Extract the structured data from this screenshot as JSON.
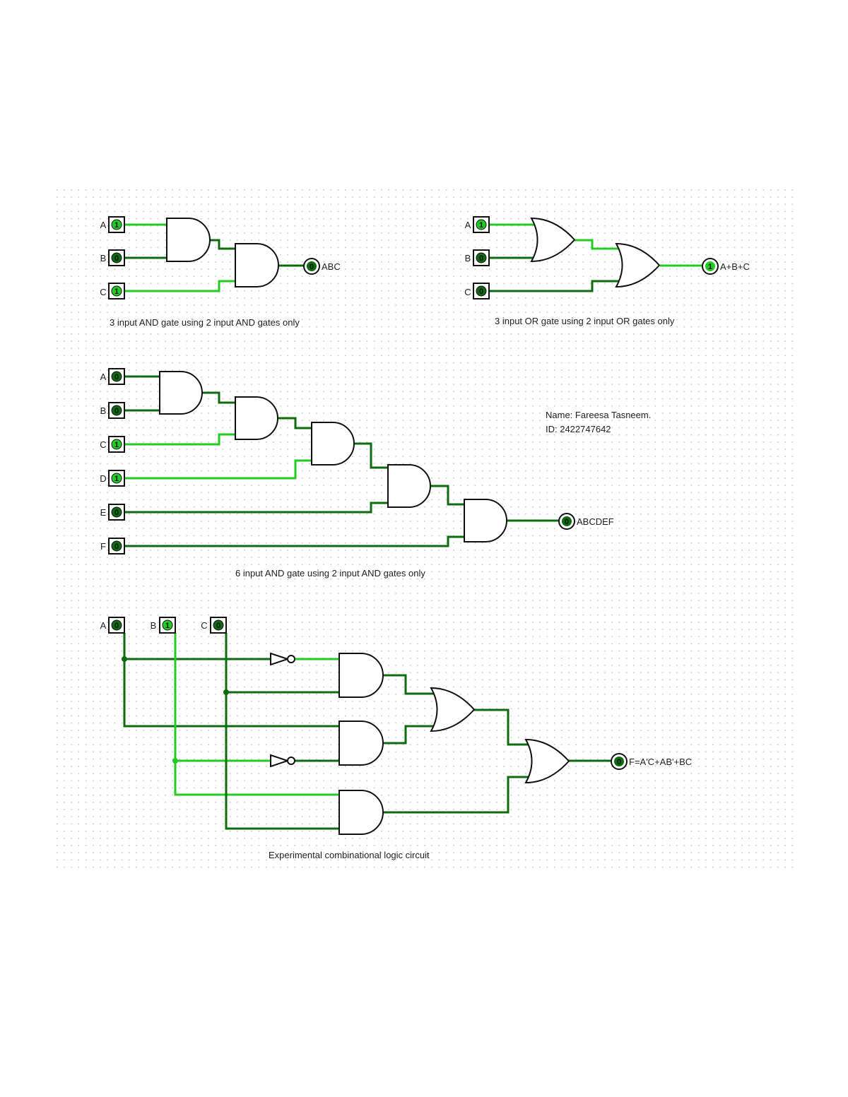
{
  "colors": {
    "wire_on": "#22cc22",
    "wire_off": "#0e6b0e",
    "grid_dot": "#c4c4c4",
    "gate_stroke": "#111111"
  },
  "circuit1": {
    "caption": "3 input AND gate using 2 input AND gates only",
    "inputs": [
      {
        "label": "A",
        "value": "1"
      },
      {
        "label": "B",
        "value": "0"
      },
      {
        "label": "C",
        "value": "1"
      }
    ],
    "output": {
      "label": "ABC",
      "value": "0"
    }
  },
  "circuit2": {
    "caption": "3 input OR gate using 2 input OR gates only",
    "inputs": [
      {
        "label": "A",
        "value": "1"
      },
      {
        "label": "B",
        "value": "0"
      },
      {
        "label": "C",
        "value": "0"
      }
    ],
    "output": {
      "label": "A+B+C",
      "value": "1"
    }
  },
  "circuit3": {
    "caption": "6 input AND gate using 2 input AND gates only",
    "inputs": [
      {
        "label": "A",
        "value": "0"
      },
      {
        "label": "B",
        "value": "0"
      },
      {
        "label": "C",
        "value": "1"
      },
      {
        "label": "D",
        "value": "1"
      },
      {
        "label": "E",
        "value": "0"
      },
      {
        "label": "F",
        "value": "0"
      }
    ],
    "output": {
      "label": "ABCDEF",
      "value": "0"
    }
  },
  "circuit4": {
    "caption": "Experimental combinational logic circuit",
    "inputs": [
      {
        "label": "A",
        "value": "0"
      },
      {
        "label": "B",
        "value": "1"
      },
      {
        "label": "C",
        "value": "0"
      }
    ],
    "output": {
      "label": "F=A'C+AB'+BC",
      "value": "0"
    }
  },
  "author": {
    "name_line": "Name: Fareesa Tasneem.",
    "id_line": "ID: 2422747642"
  }
}
